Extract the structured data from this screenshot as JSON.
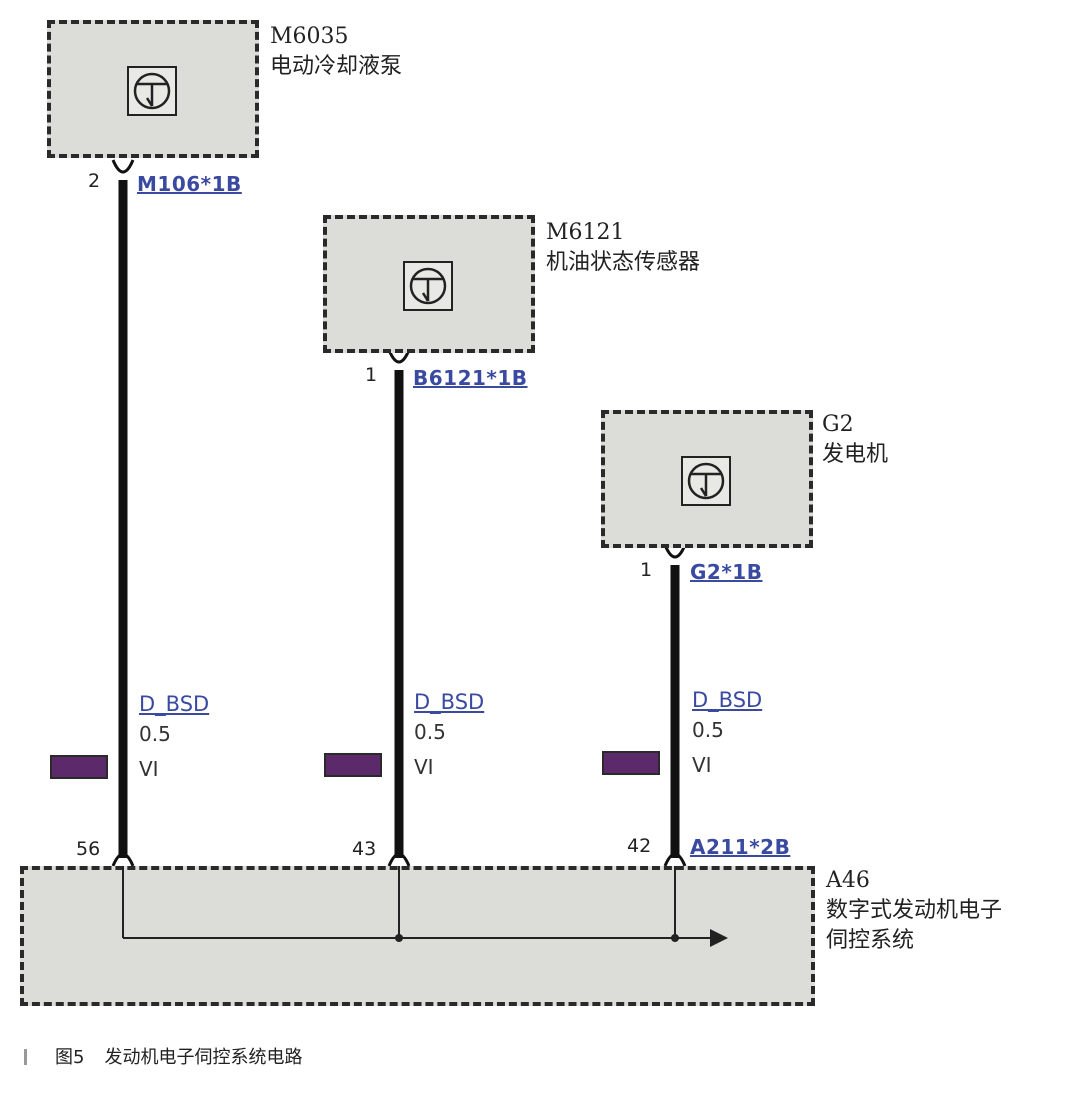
{
  "components": [
    {
      "id": "M6035",
      "name": "电动冷却液泵"
    },
    {
      "id": "M6121",
      "name": "机油状态传感器"
    },
    {
      "id": "G2",
      "name": "发电机"
    }
  ],
  "control_unit": {
    "id": "A46",
    "name_line1": "数字式发动机电子",
    "name_line2": "伺控系统",
    "connector": "A211*2B"
  },
  "wires": [
    {
      "component_pin": "2",
      "component_connector": "M106*1B",
      "signal": "D_BSD",
      "gauge": "0.5",
      "color_code": "VI",
      "ecu_pin": "56"
    },
    {
      "component_pin": "1",
      "component_connector": "B6121*1B",
      "signal": "D_BSD",
      "gauge": "0.5",
      "color_code": "VI",
      "ecu_pin": "43"
    },
    {
      "component_pin": "1",
      "component_connector": "G2*1B",
      "signal": "D_BSD",
      "gauge": "0.5",
      "color_code": "VI",
      "ecu_pin": "42"
    }
  ],
  "colors": {
    "wire_violet": "#5c2a6a",
    "box_fill": "#dcdcd8",
    "connector_text": "#3a4aa0"
  },
  "caption": {
    "figure": "图5",
    "text": "发动机电子伺控系统电路"
  }
}
